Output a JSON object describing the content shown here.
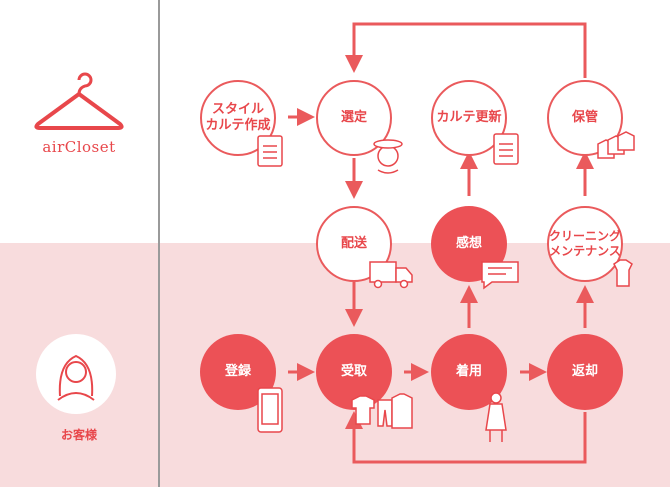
{
  "brand": {
    "name": "airCloset",
    "hanger": "hanger-icon"
  },
  "customer": {
    "label": "お客様",
    "icon": "woman-icon"
  },
  "colors": {
    "accent": "#ec5156",
    "band": "#f8dcdd",
    "divider": "#9a9a9a"
  },
  "nodes": {
    "karte_create": {
      "label": "スタイル\nカルテ作成",
      "icon": "clipboard-icon"
    },
    "select": {
      "label": "選定",
      "icon": "stylist-hat-icon"
    },
    "karte_update": {
      "label": "カルテ更新",
      "icon": "clipboard-icon"
    },
    "storage": {
      "label": "保管",
      "icon": "hanging-clothes-icon"
    },
    "delivery": {
      "label": "配送",
      "icon": "truck-icon"
    },
    "feedback": {
      "label": "感想",
      "icon": "chat-bubble-icon"
    },
    "cleaning": {
      "label": "クリーニング\nメンテナンス",
      "icon": "dress-sparkle-icon"
    },
    "register": {
      "label": "登録",
      "icon": "smartphone-icon"
    },
    "receive": {
      "label": "受取",
      "icon": "clothes-icon"
    },
    "wear": {
      "label": "着用",
      "icon": "woman-dress-icon"
    },
    "return": {
      "label": "返却",
      "icon": ""
    }
  }
}
